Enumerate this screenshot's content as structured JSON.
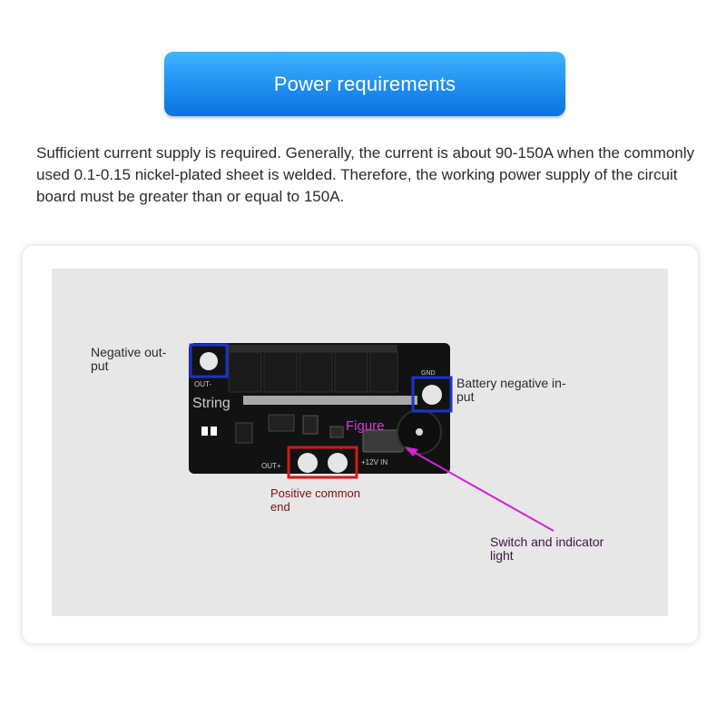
{
  "header": {
    "title": "Power requirements"
  },
  "intro": {
    "text": "Sufficient current supply is required. Generally, the current is about 90-150A when the commonly used 0.1-0.15 nickel-plated sheet is welded. Therefore, the working power supply of the circuit board must be greater than or equal to 150A."
  },
  "figure": {
    "board_marks": {
      "out_minus": "OUT-",
      "out_plus": "OUT+",
      "gnd": "GND",
      "in_12v": "+12V IN",
      "string_overlay": "String",
      "figure_overlay": "Figure"
    },
    "callouts": {
      "negative_output_line1": "Negative out-",
      "negative_output_line2": "put",
      "battery_negative_line1": "Battery negative in-",
      "battery_negative_line2": "put",
      "positive_common_line1": "Positive common",
      "positive_common_line2": "end",
      "switch_indicator_line1": "Switch and indicator",
      "switch_indicator_line2": "light"
    },
    "colors": {
      "blue_box": "#1b33c9",
      "red_box": "#d11a1a",
      "arrow_magenta": "#d422d6",
      "board_black": "#121212"
    }
  }
}
